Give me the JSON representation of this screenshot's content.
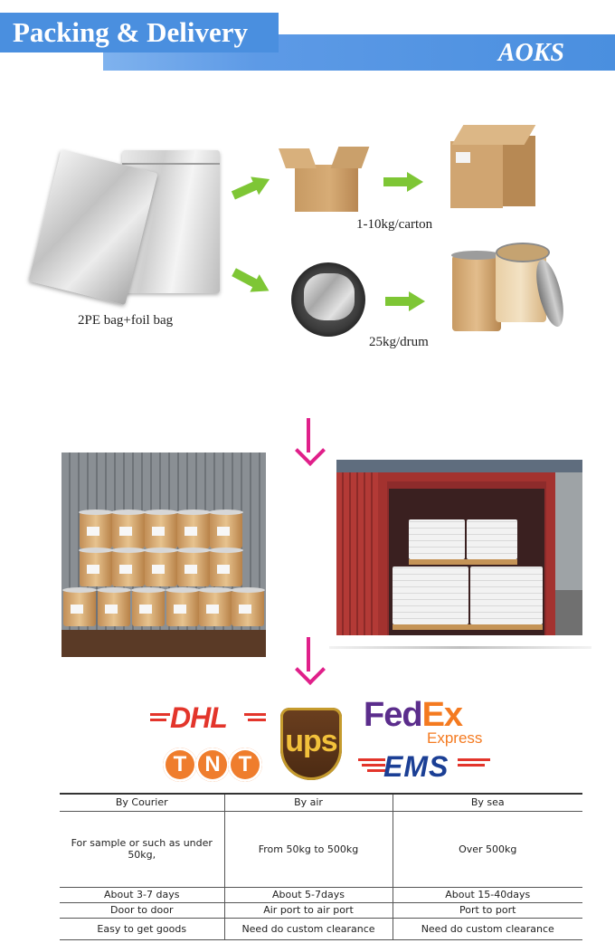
{
  "header": {
    "title": "Packing & Delivery",
    "brand": "AOKS"
  },
  "packing": {
    "bag_caption": "2PE bag+foil bag",
    "carton_caption": "1-10kg/carton",
    "drum_caption": "25kg/drum"
  },
  "couriers": {
    "dhl": "DHL",
    "tnt_letters": [
      "T",
      "N",
      "T"
    ],
    "ups": "ups",
    "fedex_fed": "Fed",
    "fedex_ex": "Ex",
    "fedex_express": "Express",
    "ems": "EMS"
  },
  "shipping_table": {
    "headers": [
      "By Courier",
      "By air",
      "By sea"
    ],
    "rows": [
      [
        "For sample or such as under 50kg,",
        "From 50kg  to 500kg",
        "Over 500kg"
      ],
      [
        "About 3-7 days",
        "About 5-7days",
        "About 15-40days"
      ],
      [
        "Door to door",
        "Air port to air port",
        "Port to port"
      ],
      [
        "Easy to get goods",
        "Need do custom clearance",
        "Need do custom clearance"
      ]
    ]
  },
  "colors": {
    "header_blue": "#4a8fdf",
    "arrow_green": "#7ec635",
    "arrow_pink": "#e0208a",
    "dhl_red": "#e3352b",
    "fedex_purple": "#5b2d8c",
    "fedex_orange": "#f47a20",
    "ems_blue": "#1b3f95",
    "ups_brown": "#4b2a12",
    "ups_gold": "#f2c13b"
  }
}
